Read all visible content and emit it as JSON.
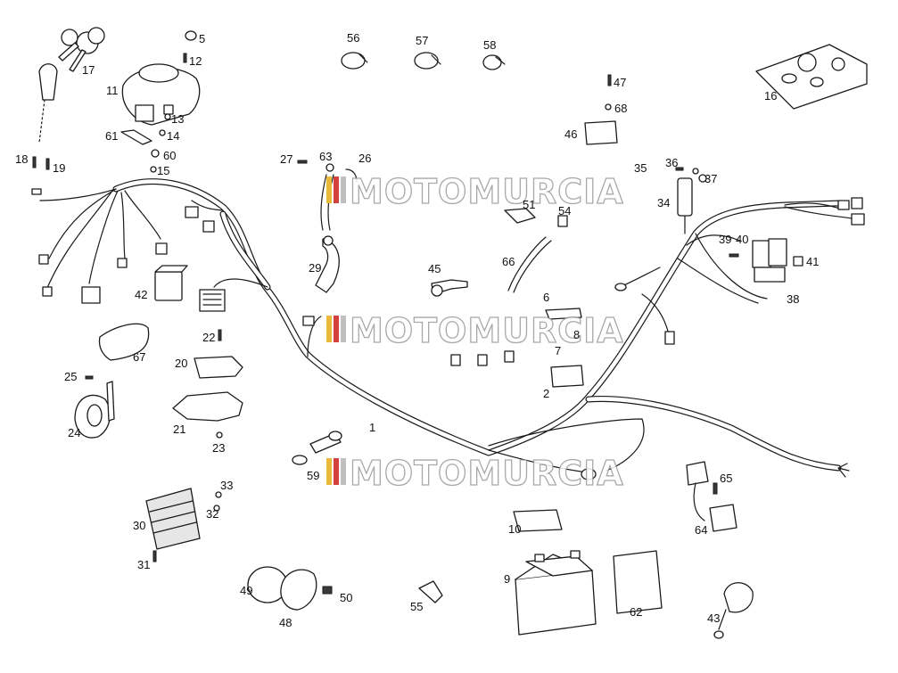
{
  "watermark": {
    "text": "MOTOMURCIA",
    "stripe_colors": [
      "#e9b93a",
      "#d2413a",
      "#bfbfbf"
    ]
  },
  "callouts": {
    "c1": "1",
    "c2": "2",
    "c5": "5",
    "c6": "6",
    "c7": "7",
    "c8": "8",
    "c9": "9",
    "c10": "10",
    "c11": "11",
    "c12": "12",
    "c13": "13",
    "c14": "14",
    "c15": "15",
    "c16": "16",
    "c17": "17",
    "c18": "18",
    "c19": "19",
    "c20": "20",
    "c21": "21",
    "c22": "22",
    "c23": "23",
    "c24": "24",
    "c25": "25",
    "c26": "26",
    "c27": "27",
    "c29": "29",
    "c30": "30",
    "c31": "31",
    "c32": "32",
    "c33": "33",
    "c34": "34",
    "c35": "35",
    "c36": "36",
    "c37": "37",
    "c38": "38",
    "c39": "39",
    "c40": "40",
    "c41": "41",
    "c42": "42",
    "c43": "43",
    "c45": "45",
    "c46": "46",
    "c47": "47",
    "c48": "48",
    "c49": "49",
    "c50": "50",
    "c51": "51",
    "c54": "54",
    "c55": "55",
    "c56": "56",
    "c57": "57",
    "c58": "58",
    "c59": "59",
    "c60": "60",
    "c61": "61",
    "c62": "62",
    "c63": "63",
    "c64": "64",
    "c65": "65",
    "c66": "66",
    "c67": "67",
    "c68": "68"
  }
}
